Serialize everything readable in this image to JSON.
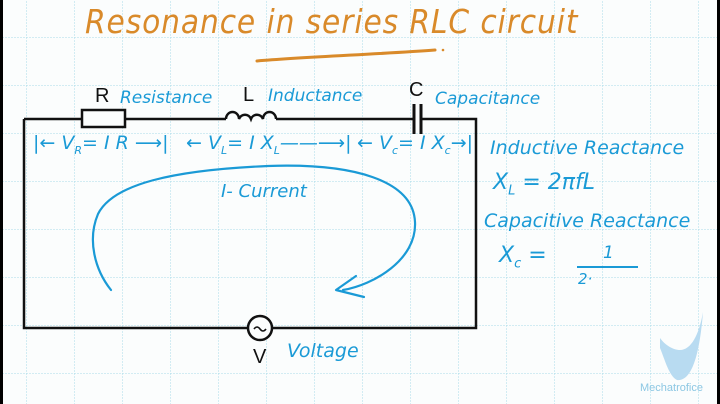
{
  "title": "Resonance in series RLC circuit",
  "colors": {
    "title": "#d98a2a",
    "annotation": "#1a9ad6",
    "circuit": "#111111",
    "grid": "#a9dbe9",
    "paper": "#fbfdfd",
    "border": "#000000",
    "watermark": "#8cc7e3"
  },
  "components": {
    "resistor": {
      "symbol": "R",
      "label": "Resistance"
    },
    "inductor": {
      "symbol": "L",
      "label": "Inductance"
    },
    "capacitor": {
      "symbol": "C",
      "label": "Capacitance"
    },
    "source": {
      "symbol": "V",
      "label": "Voltage",
      "glyph": "~"
    }
  },
  "voltage_drops": {
    "resistor": "|← VR = I R →|",
    "inductor": "← VL = I XL ——→|",
    "capacitor": "← Vc = IXc→|"
  },
  "voltage_drops_parts": {
    "vr_main": "|← V",
    "vr_sub": "R",
    "vr_rest": "= I R ⟶|",
    "vl_main": "← V",
    "vl_sub": "L",
    "vl_mid": "= I X",
    "vl_sub2": "L",
    "vl_rest": "——⟶|",
    "vc_main": "← V",
    "vc_sub": "c",
    "vc_mid": "= I X",
    "vc_sub2": "c",
    "vc_rest": "→|"
  },
  "current_label": "I- Current",
  "formulas": {
    "inductive_heading": "Inductive Reactance",
    "inductive_lhs": "X",
    "inductive_lhs_sub": "L",
    "inductive_rhs": "= 2πfL",
    "capacitive_heading": "Capacitive Reactance",
    "capacitive_lhs": "X",
    "capacitive_lhs_sub": "c",
    "capacitive_eq": "=",
    "capacitive_numerator": "1",
    "capacitive_denominator_partial": "2·"
  },
  "watermark": "Mechatrofice"
}
